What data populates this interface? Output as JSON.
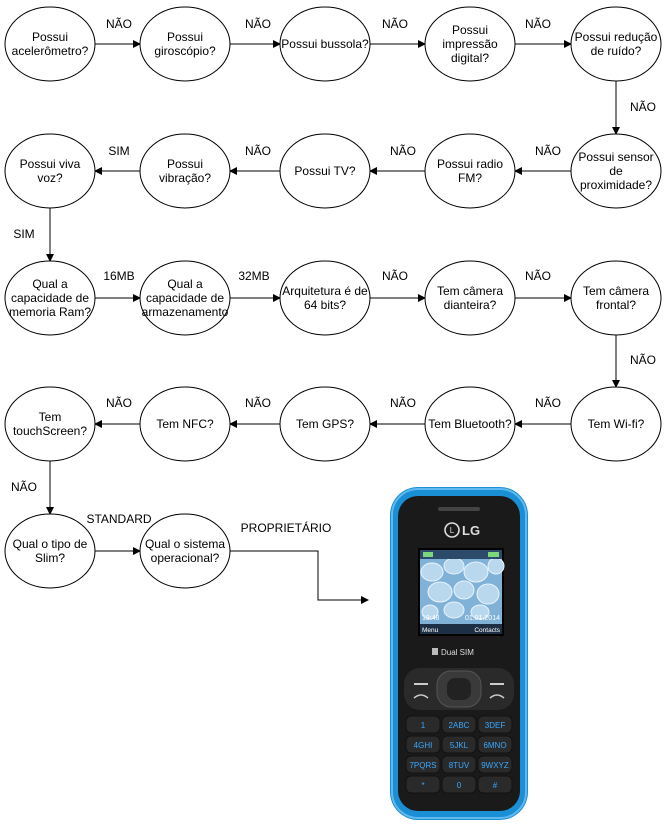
{
  "nodes": [
    {
      "id": "n1",
      "lines": [
        "Possui",
        "acelerômetro?"
      ]
    },
    {
      "id": "n2",
      "lines": [
        "Possui",
        "giroscópio?"
      ]
    },
    {
      "id": "n3",
      "lines": [
        "Possui bussola?"
      ]
    },
    {
      "id": "n4",
      "lines": [
        "Possui",
        "impressão",
        "digital?"
      ]
    },
    {
      "id": "n5",
      "lines": [
        "Possui redução",
        "de ruído?"
      ]
    },
    {
      "id": "n6",
      "lines": [
        "Possui sensor",
        "de",
        "proximidade?"
      ]
    },
    {
      "id": "n7",
      "lines": [
        "Possui radio",
        "FM?"
      ]
    },
    {
      "id": "n8",
      "lines": [
        "Possui TV?"
      ]
    },
    {
      "id": "n9",
      "lines": [
        "Possui",
        "vibração?"
      ]
    },
    {
      "id": "n10",
      "lines": [
        "Possui viva",
        "voz?"
      ]
    },
    {
      "id": "n11",
      "lines": [
        "Qual a",
        "capacidade de",
        "memoria Ram?"
      ]
    },
    {
      "id": "n12",
      "lines": [
        "Qual a",
        "capacidade de",
        "armazenamento"
      ]
    },
    {
      "id": "n13",
      "lines": [
        "Arquitetura é de",
        "64 bits?"
      ]
    },
    {
      "id": "n14",
      "lines": [
        "Tem câmera",
        "dianteira?"
      ]
    },
    {
      "id": "n15",
      "lines": [
        "Tem câmera",
        "frontal?"
      ]
    },
    {
      "id": "n16",
      "lines": [
        "Tem Wi-fi?"
      ]
    },
    {
      "id": "n17",
      "lines": [
        "Tem Bluetooth?"
      ]
    },
    {
      "id": "n18",
      "lines": [
        "Tem GPS?"
      ]
    },
    {
      "id": "n19",
      "lines": [
        "Tem NFC?"
      ]
    },
    {
      "id": "n20",
      "lines": [
        "Tem",
        "touchScreen?"
      ]
    },
    {
      "id": "n21",
      "lines": [
        "Qual o tipo de",
        "Slim?"
      ]
    },
    {
      "id": "n22",
      "lines": [
        "Qual o sistema",
        "operacional?"
      ]
    }
  ],
  "edges": [
    {
      "from": "n1",
      "to": "n2",
      "label": "NÃO"
    },
    {
      "from": "n2",
      "to": "n3",
      "label": "NÃO"
    },
    {
      "from": "n3",
      "to": "n4",
      "label": "NÃO"
    },
    {
      "from": "n4",
      "to": "n5",
      "label": "NÃO"
    },
    {
      "from": "n5",
      "to": "n6",
      "label": "NÃO"
    },
    {
      "from": "n6",
      "to": "n7",
      "label": "NÃO"
    },
    {
      "from": "n7",
      "to": "n8",
      "label": "NÃO"
    },
    {
      "from": "n8",
      "to": "n9",
      "label": "NÃO"
    },
    {
      "from": "n9",
      "to": "n10",
      "label": "SIM"
    },
    {
      "from": "n10",
      "to": "n11",
      "label": "SIM"
    },
    {
      "from": "n11",
      "to": "n12",
      "label": "16MB"
    },
    {
      "from": "n12",
      "to": "n13",
      "label": "32MB"
    },
    {
      "from": "n13",
      "to": "n14",
      "label": "NÃO"
    },
    {
      "from": "n14",
      "to": "n15",
      "label": "NÃO"
    },
    {
      "from": "n15",
      "to": "n16",
      "label": "NÃO"
    },
    {
      "from": "n16",
      "to": "n17",
      "label": "NÃO"
    },
    {
      "from": "n17",
      "to": "n18",
      "label": "NÃO"
    },
    {
      "from": "n18",
      "to": "n19",
      "label": "NÃO"
    },
    {
      "from": "n19",
      "to": "n20",
      "label": "NÃO"
    },
    {
      "from": "n20",
      "to": "n21",
      "label": "NÃO"
    },
    {
      "from": "n21",
      "to": "n22",
      "label": "STANDARD"
    },
    {
      "from": "n22",
      "to": "phone",
      "label": "PROPRIETÁRIO"
    }
  ],
  "phone": {
    "brand": "LG",
    "badge": "Dual SIM",
    "screen_time": "19:48",
    "screen_date": "01.01.2014",
    "softkey_left": "Menu",
    "softkey_right": "Contacts",
    "keys": [
      "1",
      "2ABC",
      "3DEF",
      "4GHI",
      "5JKL",
      "6MNO",
      "7PQRS",
      "8TUV",
      "9WXYZ",
      "*",
      "0",
      "#"
    ],
    "colors": {
      "body": "#1b8fd6",
      "face": "#1a1a1a",
      "keys": "#2a2a2a",
      "key_text": "#3aa8ff",
      "screen": "#7fb2d6"
    }
  }
}
